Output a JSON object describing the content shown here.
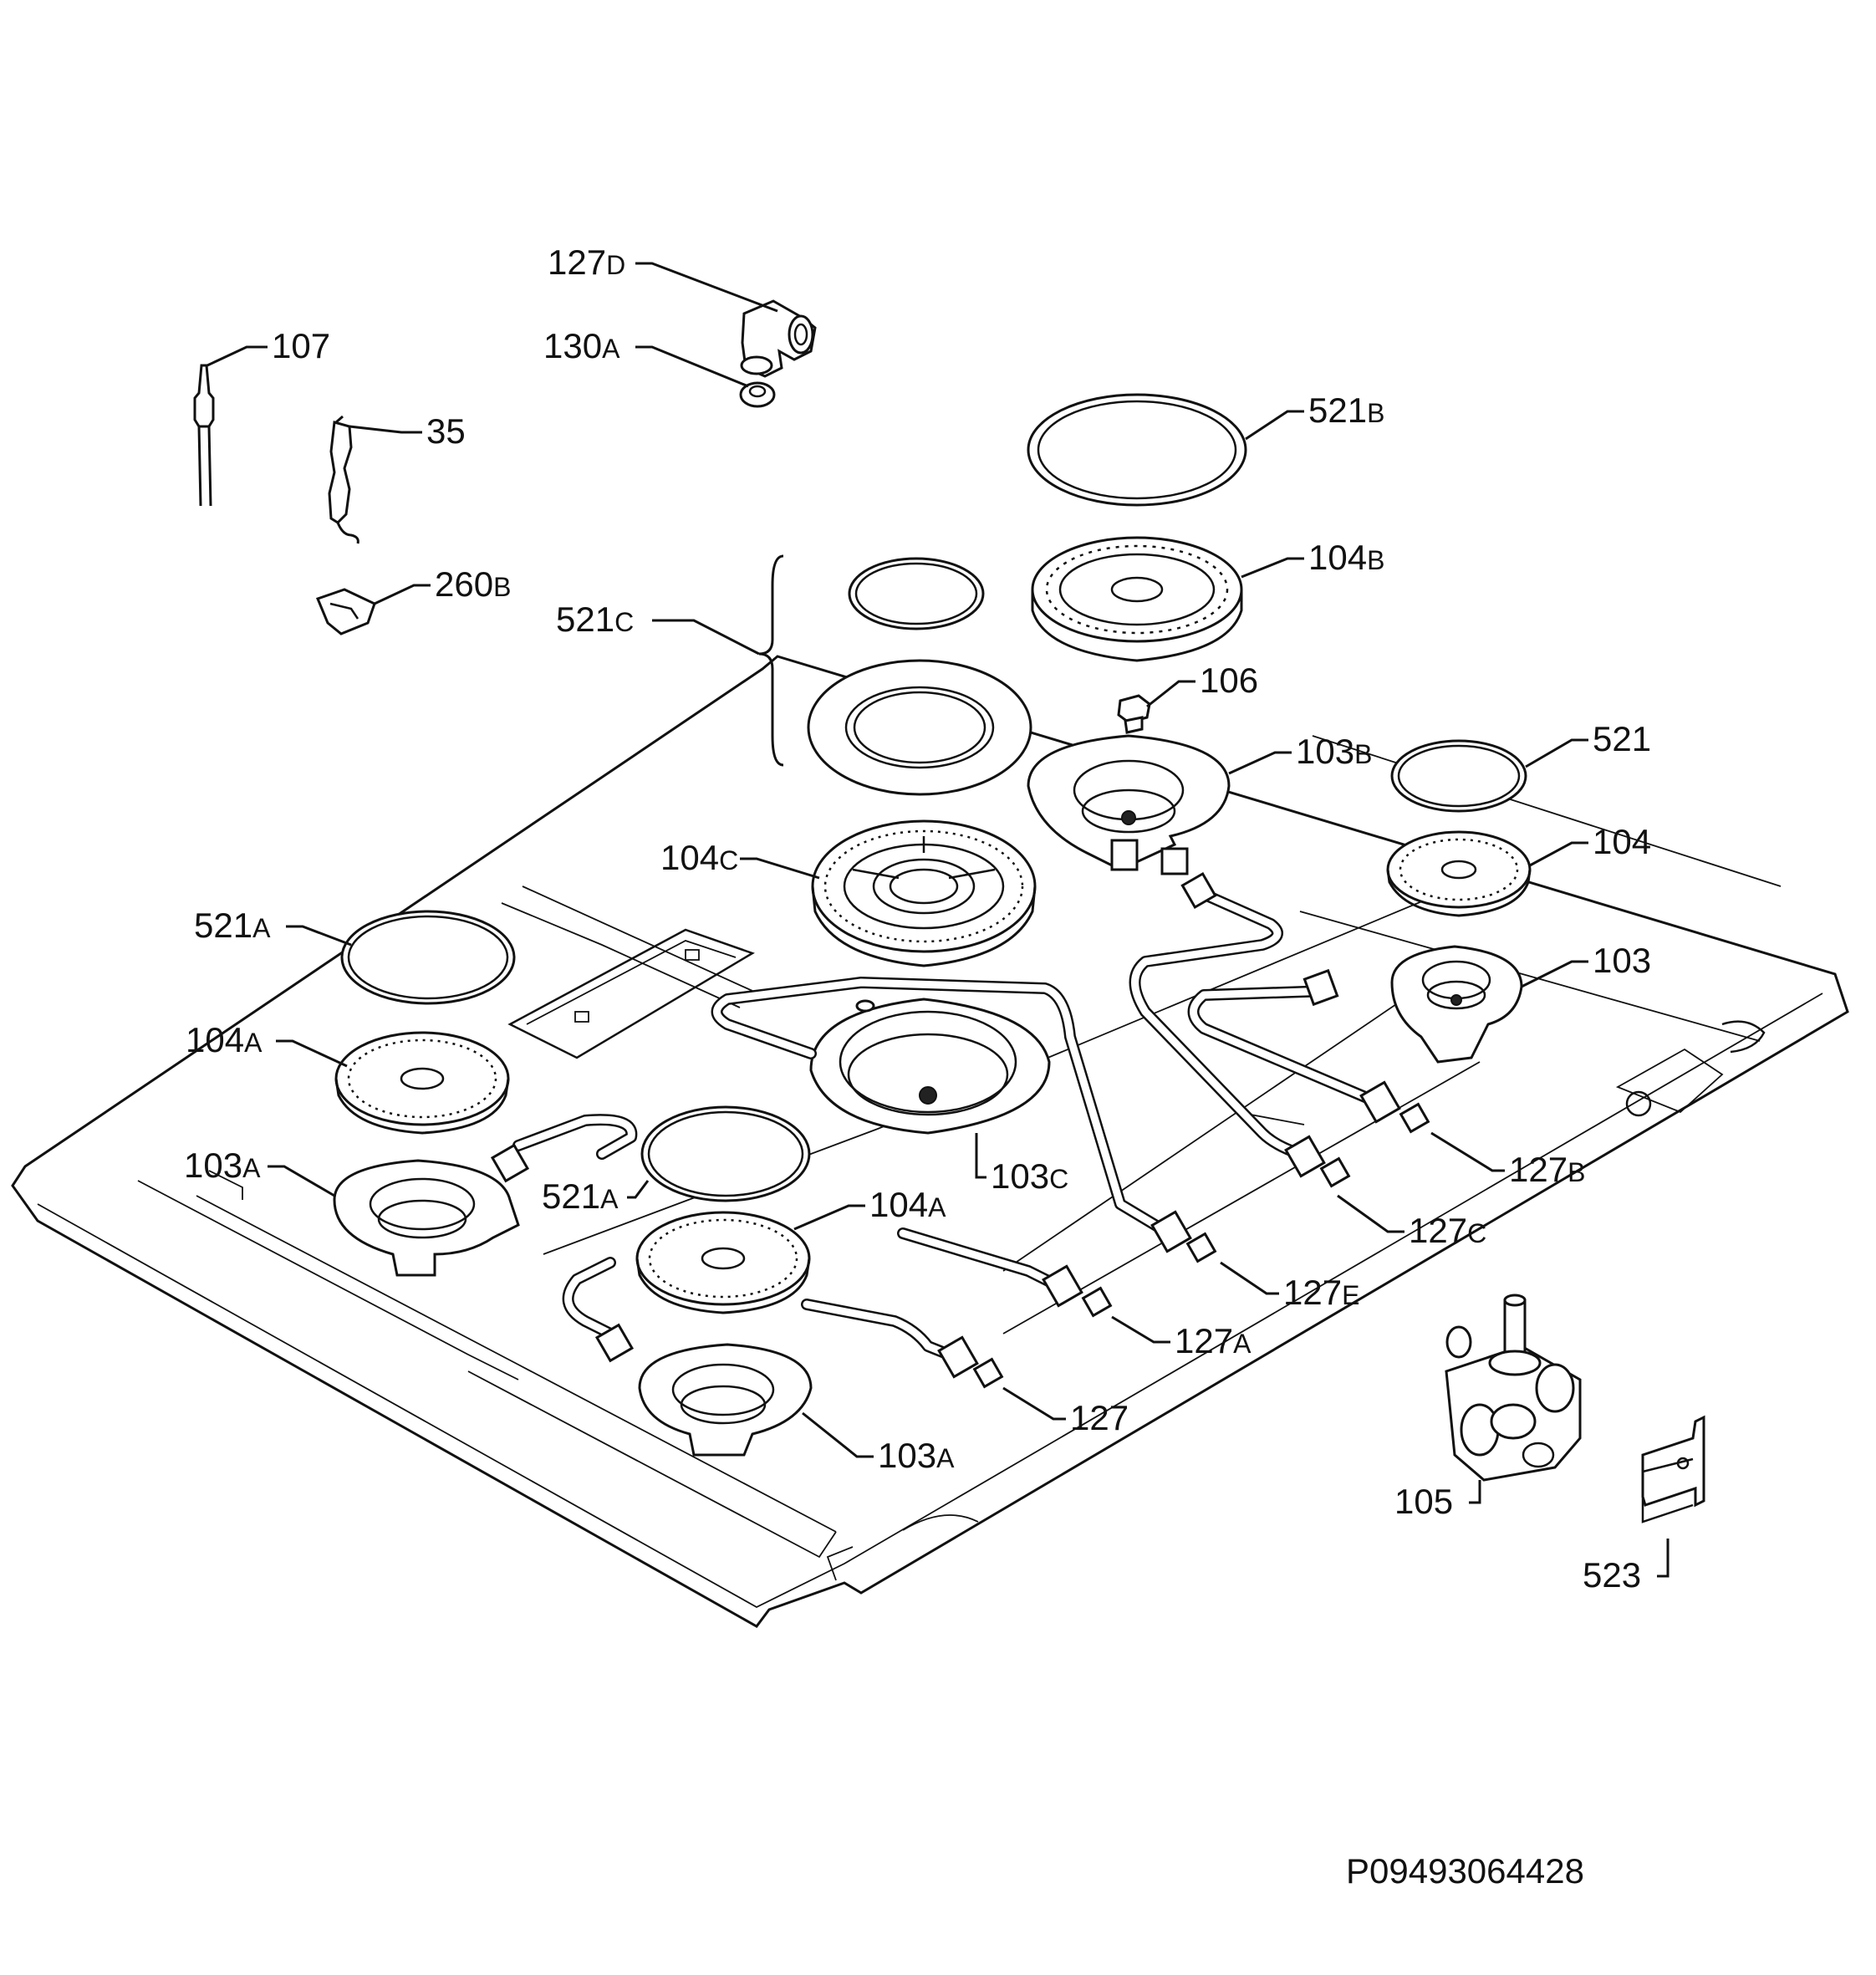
{
  "diagram_code": "P09493064428",
  "labels": [
    {
      "id": "107",
      "main": "107",
      "sub": ""
    },
    {
      "id": "35",
      "main": "35",
      "sub": ""
    },
    {
      "id": "260b",
      "main": "260",
      "sub": "B"
    },
    {
      "id": "127d",
      "main": "127",
      "sub": "D"
    },
    {
      "id": "130a",
      "main": "130",
      "sub": "A"
    },
    {
      "id": "521b",
      "main": "521",
      "sub": "B"
    },
    {
      "id": "104b",
      "main": "104",
      "sub": "B"
    },
    {
      "id": "521c",
      "main": "521",
      "sub": "C"
    },
    {
      "id": "106",
      "main": "106",
      "sub": ""
    },
    {
      "id": "103b",
      "main": "103",
      "sub": "B"
    },
    {
      "id": "521",
      "main": "521",
      "sub": ""
    },
    {
      "id": "104",
      "main": "104",
      "sub": ""
    },
    {
      "id": "103",
      "main": "103",
      "sub": ""
    },
    {
      "id": "104c",
      "main": "104",
      "sub": "C"
    },
    {
      "id": "521a-left",
      "main": "521",
      "sub": "A"
    },
    {
      "id": "104a-left",
      "main": "104",
      "sub": "A"
    },
    {
      "id": "103c",
      "main": "103",
      "sub": "C"
    },
    {
      "id": "127b",
      "main": "127",
      "sub": "B"
    },
    {
      "id": "127c",
      "main": "127",
      "sub": "C"
    },
    {
      "id": "103a-left",
      "main": "103",
      "sub": "A"
    },
    {
      "id": "521a-center",
      "main": "521",
      "sub": "A"
    },
    {
      "id": "104a-center",
      "main": "104",
      "sub": "A"
    },
    {
      "id": "127e",
      "main": "127",
      "sub": "E"
    },
    {
      "id": "127a",
      "main": "127",
      "sub": "A"
    },
    {
      "id": "127",
      "main": "127",
      "sub": ""
    },
    {
      "id": "103a-center",
      "main": "103",
      "sub": "A"
    },
    {
      "id": "105",
      "main": "105",
      "sub": ""
    },
    {
      "id": "523",
      "main": "523",
      "sub": ""
    }
  ]
}
